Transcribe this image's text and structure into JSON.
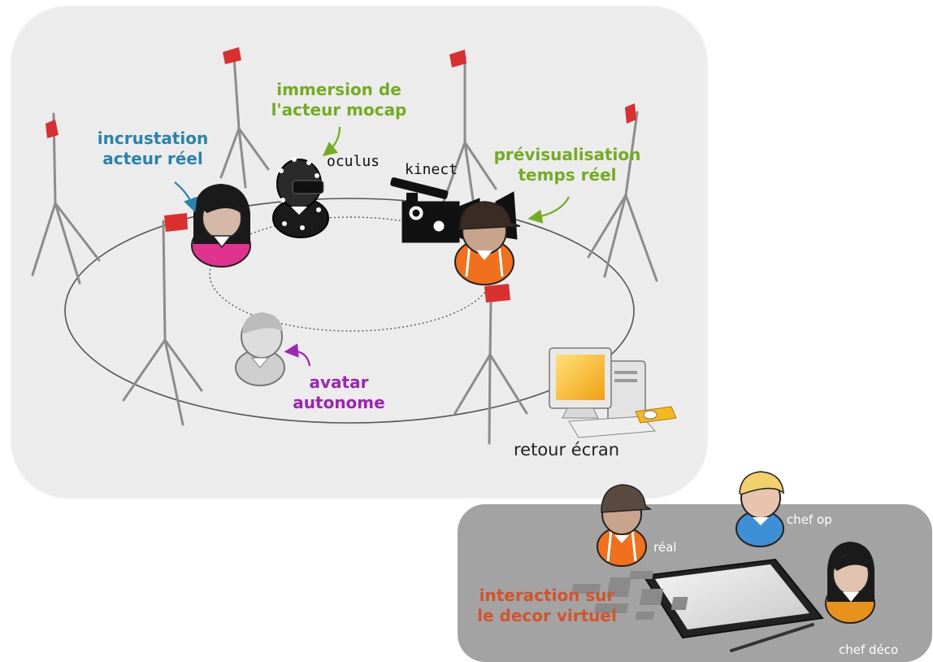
{
  "labels": {
    "incrustation": "incrustation\nacteur réel",
    "immersion": "immersion de\nl'acteur mocap",
    "previsualisation": "prévisualisation\ntemps réel",
    "avatar": "avatar\nautonome",
    "oculus": "oculus",
    "kinect": "kinect",
    "retour": "retour écran",
    "interaction": "interaction sur\nle decor virtuel",
    "real": "réal",
    "chef_op": "chef op",
    "chef_deco": "chef déco"
  },
  "colors": {
    "incrustation": "#2a83ad",
    "green": "#73ac21",
    "purple": "#9c25b5",
    "interaction": "#d2542a",
    "flag": "#d92f2f",
    "pink": "#e0338f",
    "orange": "#f0701e",
    "blue": "#3d8fd6",
    "yellow_screen": "#f5b81e"
  }
}
